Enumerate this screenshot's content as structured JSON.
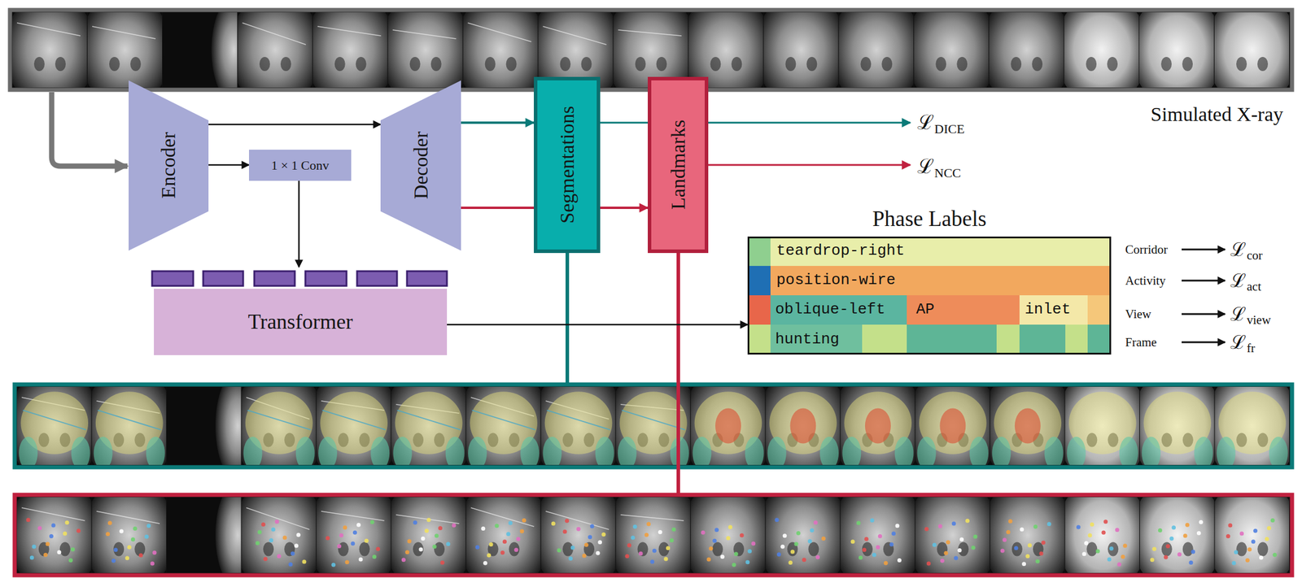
{
  "diagram": {
    "nodes": [
      {
        "text": [
          "Encoder"
        ]
      },
      {
        "text": [
          "1 × 1 Conv"
        ]
      },
      {
        "text": [
          "Decoder"
        ]
      },
      {
        "text": [
          "Transformer"
        ]
      },
      {
        "text": [
          "Segmentations"
        ]
      },
      {
        "text": [
          "Landmarks"
        ]
      },
      {
        "text": [
          "Phase Labels"
        ]
      }
    ],
    "edges": [
      {
        "from": 0,
        "to": 2,
        "arrow": "to"
      },
      {
        "from": 0,
        "to": 1,
        "arrow": "to"
      },
      {
        "from": 1,
        "to": 3,
        "arrow": "to"
      },
      {
        "from": 2,
        "to": 4,
        "arrow": "to"
      },
      {
        "from": 2,
        "to": 5,
        "arrow": "to"
      },
      {
        "from": 3,
        "to": 6,
        "arrow": "to"
      }
    ],
    "labels": [
      "Simulated X-ray",
      "ℒ",
      "DICE",
      "ℒ",
      "NCC",
      "teardrop-right",
      "position-wire",
      "oblique-left",
      "AP",
      "inlet",
      "hunting",
      "Corridor",
      "ℒ",
      "cor",
      "Activity",
      "ℒ",
      "act",
      "View",
      "ℒ",
      "view",
      "Frame",
      "ℒ",
      "fr"
    ]
  }
}
